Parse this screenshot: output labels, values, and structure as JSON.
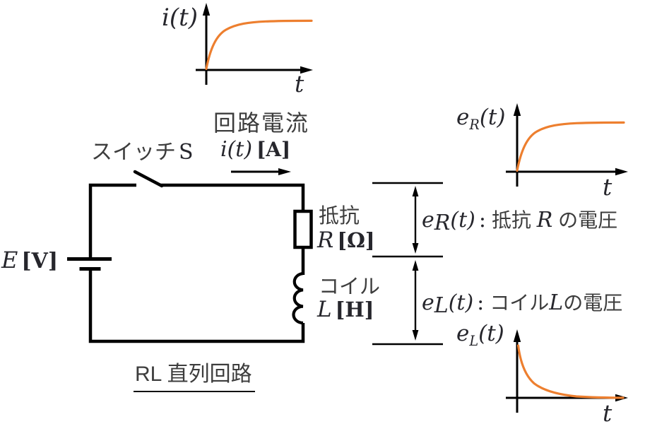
{
  "colors": {
    "curve": "#ED7F2F",
    "line": "#000000",
    "jp_text": "#3D3D3D",
    "math_text": "#26262C"
  },
  "mini_charts": [
    {
      "id": "current",
      "ylabel_base": "i",
      "ylabel_sub": "",
      "ylabel_paren": "(t)",
      "xlabel": "t",
      "curve_shape": "exponential-rise",
      "description": "circuit current vs time"
    },
    {
      "id": "resistor-voltage",
      "ylabel_base": "e",
      "ylabel_sub": "R",
      "ylabel_paren": "(t)",
      "xlabel": "t",
      "curve_shape": "exponential-rise",
      "description": "resistor voltage vs time"
    },
    {
      "id": "coil-voltage",
      "ylabel_base": "e",
      "ylabel_sub": "L",
      "ylabel_paren": "(t)",
      "xlabel": "t",
      "curve_shape": "exponential-decay",
      "description": "coil voltage vs time"
    }
  ],
  "circuit": {
    "switch_jp": "スイッチ",
    "switch_sym": "S",
    "current_caption": "回路電流",
    "current_expr": "i(t)",
    "current_unit": "[A]",
    "source_sym": "E",
    "source_unit": "[V]",
    "resistor_jp": "抵抗",
    "resistor_sym": "R",
    "resistor_unit": "[Ω]",
    "coil_jp": "コイル",
    "coil_sym": "L",
    "coil_unit": "[H]",
    "caption": "RL 直列回路"
  },
  "annotations": {
    "vr": {
      "base": "e",
      "sub": "R",
      "paren": "(t)",
      "sep": ":",
      "jp_before": "抵抗 ",
      "sym": "R",
      "jp_after": " の電圧"
    },
    "vl": {
      "base": "e",
      "sub": "L",
      "paren": "(t)",
      "sep": ":",
      "jp_before": "コイル",
      "sym": "L",
      "jp_after": "の電圧"
    }
  }
}
